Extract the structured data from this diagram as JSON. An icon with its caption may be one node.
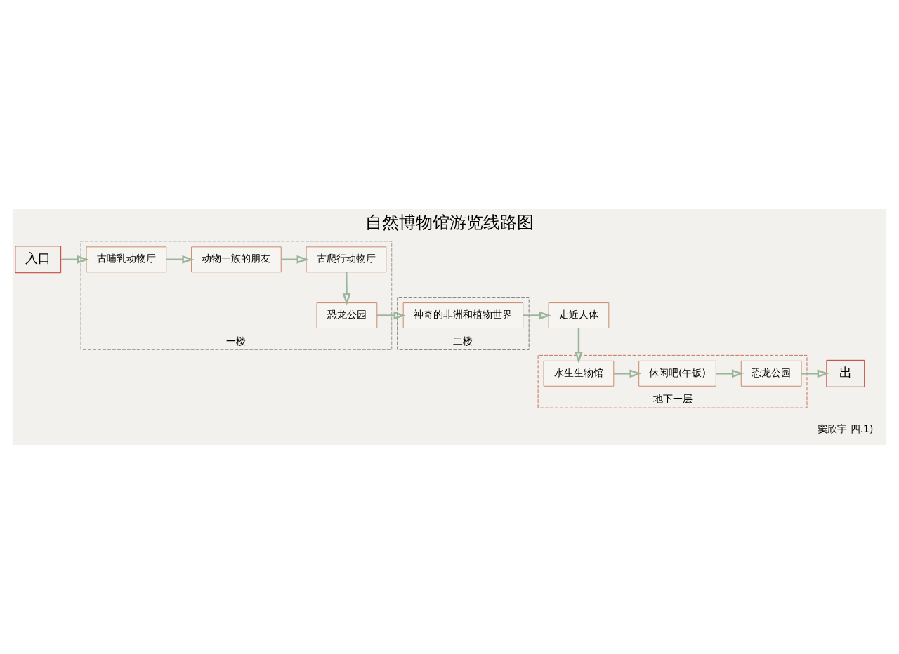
{
  "diagram": {
    "title": "自然博物馆游览线路图",
    "nodes": [
      {
        "text": [
          "入口"
        ]
      },
      {
        "text": [
          "一楼"
        ]
      },
      {
        "text": [
          "古哺乳动物厅"
        ],
        "in": 1
      },
      {
        "text": [
          "动物一族的朋友"
        ],
        "in": 1
      },
      {
        "text": [
          "古爬行动物厅"
        ],
        "in": 1
      },
      {
        "text": [
          "恐龙公园"
        ],
        "in": 1
      },
      {
        "text": [
          "二楼"
        ]
      },
      {
        "text": [
          "神奇的非洲和植物世界"
        ],
        "in": 6
      },
      {
        "text": [
          "走近人体"
        ]
      },
      {
        "text": [
          "地下一层"
        ]
      },
      {
        "text": [
          "水生生物馆"
        ],
        "in": 9
      },
      {
        "text": [
          "休闲吧(午饭)"
        ],
        "in": 9
      },
      {
        "text": [
          "恐龙公园"
        ],
        "in": 9
      },
      {
        "text": [
          "出"
        ]
      }
    ],
    "edges": [
      {
        "from": 0,
        "to": 2,
        "arrow": "to"
      },
      {
        "from": 2,
        "to": 3,
        "arrow": "to"
      },
      {
        "from": 3,
        "to": 4,
        "arrow": "to"
      },
      {
        "from": 4,
        "to": 5,
        "arrow": "to"
      },
      {
        "from": 5,
        "to": 7,
        "arrow": "to"
      },
      {
        "from": 7,
        "to": 8,
        "arrow": "to"
      },
      {
        "from": 8,
        "to": 10,
        "arrow": "to"
      },
      {
        "from": 10,
        "to": 11,
        "arrow": "to"
      },
      {
        "from": 11,
        "to": 12,
        "arrow": "to"
      },
      {
        "from": 12,
        "to": 13,
        "arrow": "to"
      }
    ],
    "labels": [
      "窦欣宇 四.1)"
    ]
  }
}
